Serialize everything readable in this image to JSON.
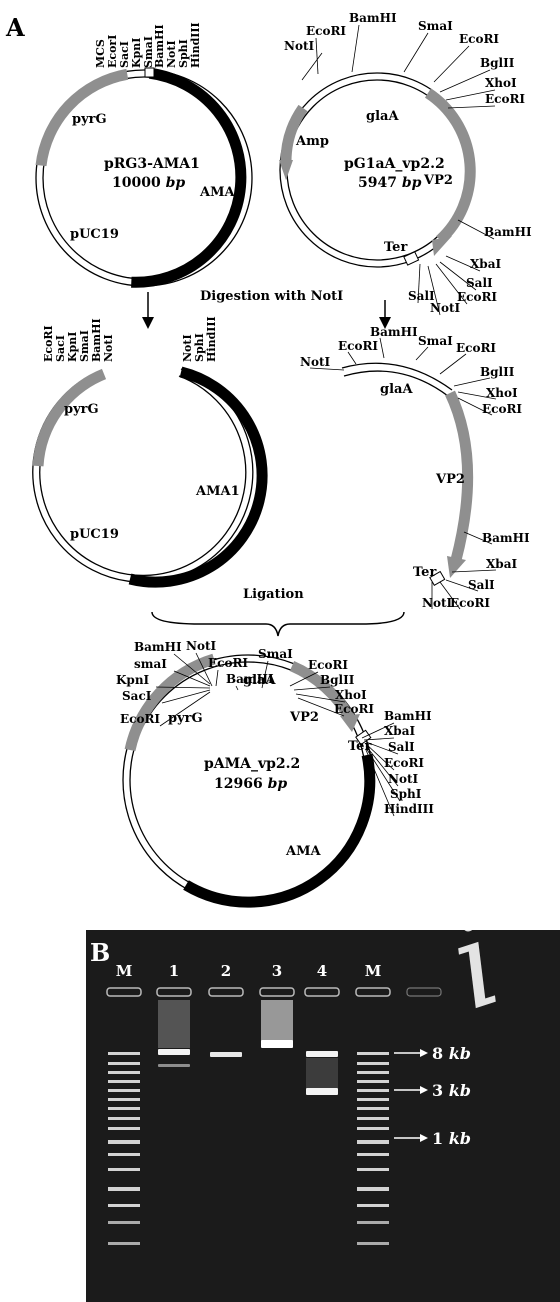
{
  "panelA": {
    "label": "A",
    "plasmid1": {
      "name": "pRG3-AMA1",
      "size": "10000",
      "unit": "bp",
      "pyrG": "pyrG",
      "ama": "AMA1",
      "puc": "pUC19",
      "sites": [
        "MCS",
        "EcorI",
        "SacI",
        "KpnI",
        "SmaI",
        "BamHI",
        "NotI",
        "SphI",
        "HindIII"
      ]
    },
    "plasmid2": {
      "name": "pG1aA_vp2.2",
      "size": "5947",
      "unit": "bp",
      "amp": "Amp",
      "glaA": "glaA",
      "vp2": "VP2",
      "ter": "Ter",
      "sites": [
        "NotI",
        "EcoRI",
        "BamHI",
        "SmaI",
        "EcoRI",
        "BglII",
        "XhoI",
        "EcoRI",
        "BamHI",
        "XbaI",
        "SalI",
        "EcoRI",
        "NotI",
        "SalI"
      ]
    },
    "digestion_label": "Digestion with NotI",
    "cut1": {
      "pyrG": "pyrG",
      "ama": "AMA1",
      "puc": "pUC19",
      "sites_left": [
        "EcoRI",
        "SacI",
        "KpnI",
        "SmaI",
        "BamHI",
        "NotI"
      ],
      "sites_right": [
        "NotI",
        "SphI",
        "HindIII"
      ]
    },
    "cut2": {
      "glaA": "glaA",
      "vp2": "VP2",
      "ter": "Ter",
      "sites": [
        "NotI",
        "EcoRI",
        "BamHI",
        "SmaI",
        "EcoRI",
        "BglII",
        "XhoI",
        "EcoRI",
        "BamHI",
        "XbaI",
        "SalI",
        "EcoRI",
        "NotI"
      ]
    },
    "ligation_label": "Ligation",
    "plasmid3": {
      "name": "pAMA_vp2.2",
      "size": "12966",
      "unit": "bp",
      "pyrG": "pyrG",
      "glaA": "glaA",
      "vp2": "VP2",
      "ter": "Ter",
      "ama": "AMA",
      "sites": [
        "BamHI",
        "smaI",
        "KpnI",
        "SacI",
        "EcoRI",
        "NotI",
        "EcoRI",
        "BamHI",
        "SmaI",
        "EcoRI",
        "BglII",
        "XhoI",
        "EcoRI",
        "BamHI",
        "XbaI",
        "SalI",
        "EcoRI",
        "NotI",
        "SphI",
        "HindIII"
      ]
    }
  },
  "panelB": {
    "label": "B",
    "lanes": [
      "M",
      "1",
      "2",
      "3",
      "4",
      "M"
    ],
    "markers": [
      {
        "value": "8",
        "unit": "kb"
      },
      {
        "value": "3",
        "unit": "kb"
      },
      {
        "value": "1",
        "unit": "kb"
      }
    ]
  },
  "colors": {
    "gray": "#8f8f8f",
    "black": "#000000",
    "gel_bg": "#1b1b1b"
  }
}
